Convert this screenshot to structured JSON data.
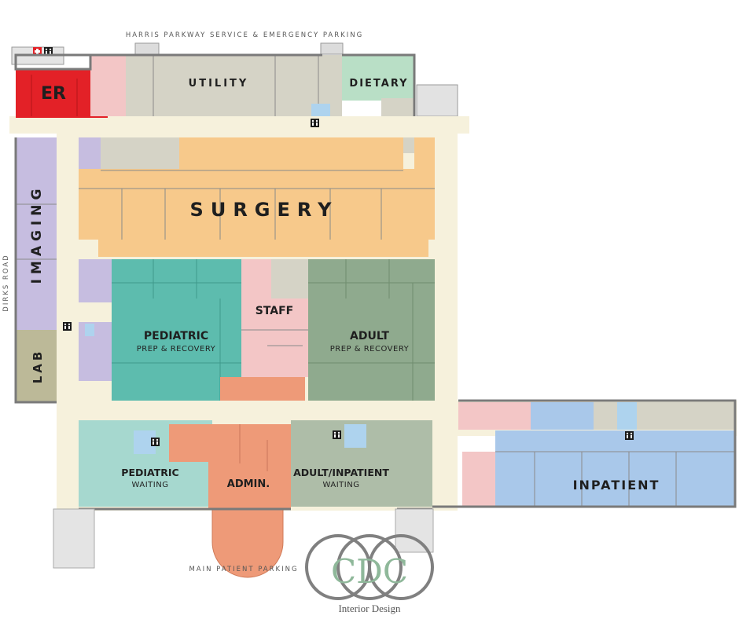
{
  "roads": {
    "north": "HARRIS PARKWAY SERVICE & EMERGENCY PARKING",
    "west": "DIRKS ROAD",
    "south": "MAIN PATIENT PARKING"
  },
  "rooms": {
    "er": "ER",
    "utility": "UTILITY",
    "dietary": "DIETARY",
    "surgery": "SURGERY",
    "imaging": "IMAGING",
    "lab": "LAB",
    "pediatric_title": "PEDIATRIC",
    "pediatric_sub": "PREP & RECOVERY",
    "staff": "STAFF",
    "adult_title": "ADULT",
    "adult_sub": "PREP & RECOVERY",
    "ped_waiting_title": "PEDIATRIC",
    "ped_waiting_sub": "WAITING",
    "admin": "ADMIN.",
    "adult_waiting_title": "ADULT/INPATIENT",
    "adult_waiting_sub": "WAITING",
    "inpatient": "INPATIENT"
  },
  "logo": {
    "mark": "CDC",
    "caption": "Interior Design"
  },
  "colors": {
    "corridor": "#f6f1dc",
    "er": "#e32127",
    "pink": "#f3c6c6",
    "gray": "#d5d3c6",
    "dietary": "#b9dfc6",
    "surgery": "#f7c98b",
    "imaging": "#c6bde0",
    "lab": "#bcb998",
    "pediatric": "#5dbcae",
    "staff": "#f3c6c6",
    "adult": "#8faa8e",
    "ped_waiting": "#a6d8cf",
    "admin": "#ee9a78",
    "adult_waiting": "#aebda8",
    "inpatient": "#a9c8ea",
    "lightblue": "#aed3ee"
  },
  "icons": [
    "first-aid-icon",
    "restroom-icon",
    "restroom-icon",
    "restroom-icon",
    "restroom-icon",
    "restroom-icon",
    "restroom-icon"
  ]
}
